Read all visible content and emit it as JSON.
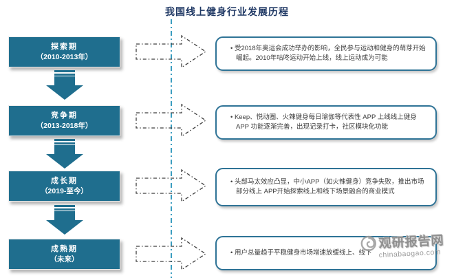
{
  "title": "我国线上健身行业发展历程",
  "stages": [
    {
      "name": "探索期",
      "period": "（2010-2013年）",
      "description": "受2018年奥运会成功举办的影响，全民参与运动和健身的萌芽开始崛起。2010年咕咚运动开始上线，线上运动成为可能"
    },
    {
      "name": "竞争期",
      "period": "（2013-2018年）",
      "description": "Keep、悦动圈、火辣健身每日瑜伽等代表性 APP 上线线上健身 APP 功能逐渐完善，出现记录打卡，社区模块化功能"
    },
    {
      "name": "成长期",
      "period": "（2019-至今）",
      "description": "头部马太效应凸显，中小APP（如火辣健身）竞争失败，推出市场部分线上 APP开始探索线上和线下场景融合的商业模式"
    },
    {
      "name": "成熟期",
      "period": "（未来）",
      "description": "用户总量趋于平稳健身市场增速放缓线上、线下"
    }
  ],
  "watermark": {
    "site_name": "观研报告网",
    "site_url": "chinabaogao.com"
  },
  "icons": {
    "down-arrow": "striped block arrow pointing down",
    "dashed-right-arrow": "dash-dot outlined block arrow pointing right",
    "watermark-logo": "gray swirl badge"
  },
  "colors": {
    "stage_box": "#1f6e8e",
    "title_text": "#1f3864",
    "desc_border": "#2e7396",
    "divider": "#3a9dc0",
    "watermark_gray": "#8f8f8f"
  }
}
